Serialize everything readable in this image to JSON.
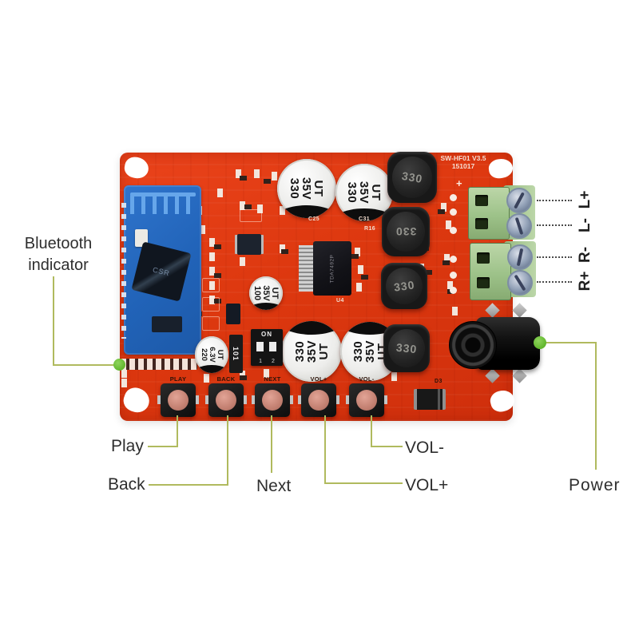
{
  "annotations": {
    "bluetooth": {
      "line1": "Bluetooth",
      "line2": "indicator"
    },
    "play": "Play",
    "back": "Back",
    "next": "Next",
    "vol_minus": "VOL-",
    "vol_plus": "VOL+",
    "power": "Power",
    "terminals": [
      "L+",
      "L-",
      "R-",
      "R+"
    ]
  },
  "board": {
    "model": "SW-HF01 V3.5",
    "date": "151017",
    "plus_mark": "+",
    "button_silkscreen": [
      "PLAY",
      "BACK",
      "NEXT",
      "VOL+",
      "VOL-"
    ],
    "cap330": [
      "330",
      "35V",
      "UT"
    ],
    "cap100": [
      "100",
      "35V",
      "UT"
    ],
    "cap220": [
      "220",
      "6.3V",
      "UT"
    ],
    "res101": "101",
    "inductor_value": "330",
    "dip": {
      "on": "ON",
      "pins": "1 2"
    },
    "csr": "CSR",
    "tda": "TDA7492P",
    "refs": {
      "c25": "C25",
      "c31": "C31",
      "r16": "R16",
      "u4": "U4",
      "d3": "D3"
    }
  },
  "colors": {
    "pcb_red": "#dd380f",
    "annotation_line": "#b0ba5e",
    "indicator_green": "#72c43c",
    "module_blue": "#2b6fc9",
    "terminal_green": "#a6c891"
  }
}
